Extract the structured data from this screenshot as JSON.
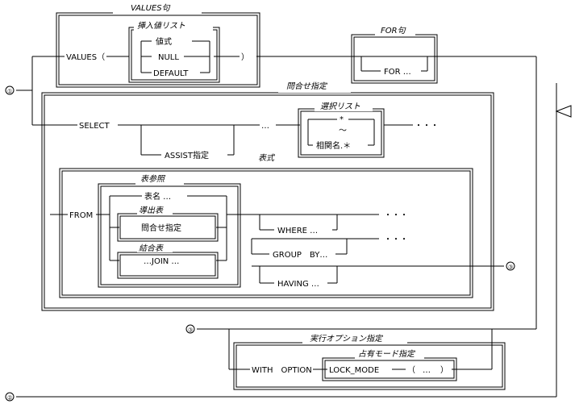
{
  "values_clause": {
    "title": "VALUES句",
    "keyword": "VALUES（",
    "close_paren": "）",
    "insert_list_title": "挿入値リスト",
    "options": [
      "値式",
      "NULL",
      "DEFAULT"
    ]
  },
  "for_clause": {
    "title": "FOR句",
    "keyword": "FOR …"
  },
  "query_spec": {
    "title": "問合せ指定",
    "select": "SELECT",
    "assist": "ASSIST指定",
    "dots": "…",
    "select_list_title": "選択リスト",
    "star": "*",
    "tilde": "～",
    "corr_star": "相関名.＊",
    "trail_dots": "・・・",
    "expr_label": "表式"
  },
  "table_expr": {
    "from": "FROM",
    "table_ref_title": "表参照",
    "table_name": "表名 …",
    "derived_title": "導出表",
    "derived_inner": "問合せ指定",
    "join_title": "結合表",
    "join_inner": "…JOIN …",
    "where": "WHERE …",
    "group_by": "GROUP　BY…",
    "having": "HAVING …",
    "dots1": "・・・",
    "dots2": "・・・"
  },
  "exec_option": {
    "title": "実行オプション指定",
    "with_option": "WITH　OPTION",
    "lock_title": "占有モード指定",
    "lock_mode": "LOCK_MODE",
    "open": "（",
    "inner": "…",
    "close": "）"
  },
  "markers": {
    "one": "①",
    "two": "②",
    "three_a": "③",
    "three_b": "③"
  }
}
